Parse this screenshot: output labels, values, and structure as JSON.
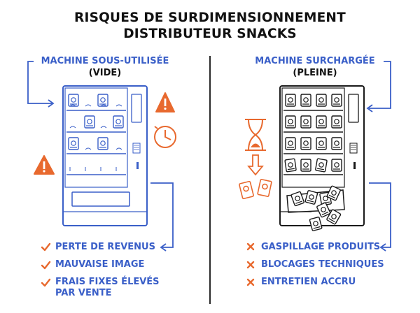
{
  "title": {
    "line1": "RISQUES DE SURDIMENSIONNEMENT",
    "line2": "DISTRIBUTEUR SNACKS"
  },
  "colors": {
    "blue": "#3a5fc8",
    "orange": "#e8692e",
    "black": "#1a1a1a"
  },
  "left": {
    "label_line1": "MACHINE SOUS-UTILISÉE",
    "label_line2": "(VIDE)",
    "items": [
      {
        "icon": "check-icon",
        "text": "PERTE DE REVENUS"
      },
      {
        "icon": "check-icon",
        "text": "MAUVAISE IMAGE"
      },
      {
        "icon": "check-icon",
        "text": "FRAIS FIXES ÉLEVÉS PAR VENTE"
      }
    ]
  },
  "right": {
    "label_line1": "MACHINE SURCHARGÉE",
    "label_line2": "(PLEINE)",
    "items": [
      {
        "icon": "cross-icon",
        "text": "GASPILLAGE PRODUITS"
      },
      {
        "icon": "cross-icon",
        "text": "BLOCAGES TECHNIQUES"
      },
      {
        "icon": "cross-icon",
        "text": "ENTRETIEN ACCRU"
      }
    ]
  }
}
